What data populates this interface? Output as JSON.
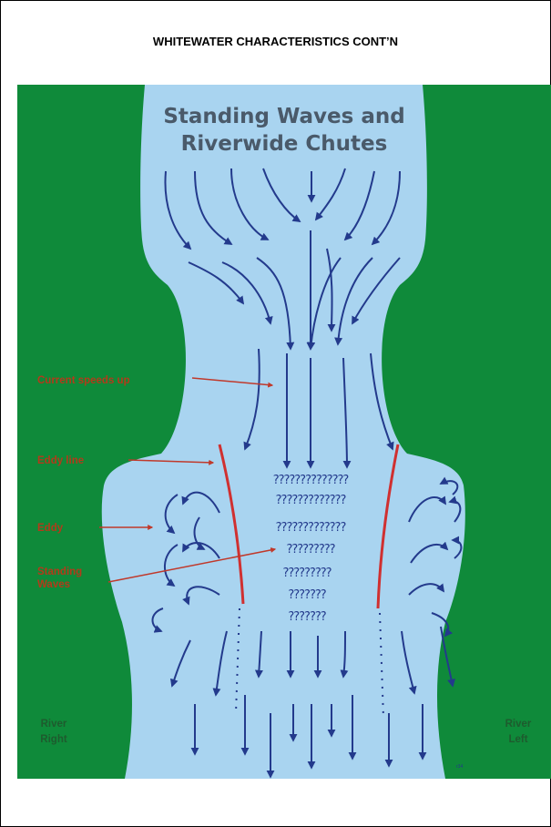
{
  "page": {
    "heading": "WHITEWATER CHARACTERISTICS CONT’N"
  },
  "diagram": {
    "title_line1": "Standing Waves and",
    "title_line2": "Riverwide Chutes",
    "labels": {
      "current": "Current speeds up",
      "eddy_line": "Eddy line",
      "eddy": "Eddy",
      "standing_1": "Standing",
      "standing_2": "Waves",
      "river_right_1": "River",
      "river_right_2": "Right",
      "river_left_1": "River",
      "river_left_2": "Left",
      "credit": "r34"
    },
    "wave_rows": [
      "??????????????",
      "?????????????",
      "?????????????",
      "?????????",
      "?????????",
      "???????"
    ],
    "colors": {
      "bank": "#0f8a3a",
      "water": "#a9d4f0",
      "arrow": "#233a8c",
      "eddy_line": "#d03030",
      "label": "#b33a1a",
      "title": "#4a5a6a"
    }
  }
}
